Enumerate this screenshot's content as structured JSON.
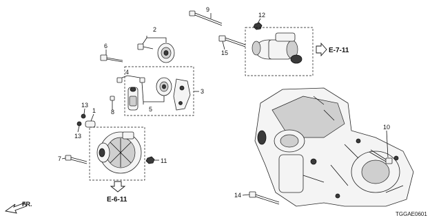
{
  "diagram": {
    "code": "TGGAE0601",
    "front_label": "FR.",
    "callouts": {
      "c1": "1",
      "c2": "2",
      "c3": "3",
      "c4": "4",
      "c5": "5",
      "c6": "6",
      "c7": "7",
      "c8": "8",
      "c9": "9",
      "c10": "10",
      "c11": "11",
      "c12": "12",
      "c13a": "13",
      "c13b": "13",
      "c14": "14",
      "c15": "15"
    },
    "references": {
      "starter_ref": "E-7-11",
      "alternator_ref": "E-6-11"
    }
  }
}
